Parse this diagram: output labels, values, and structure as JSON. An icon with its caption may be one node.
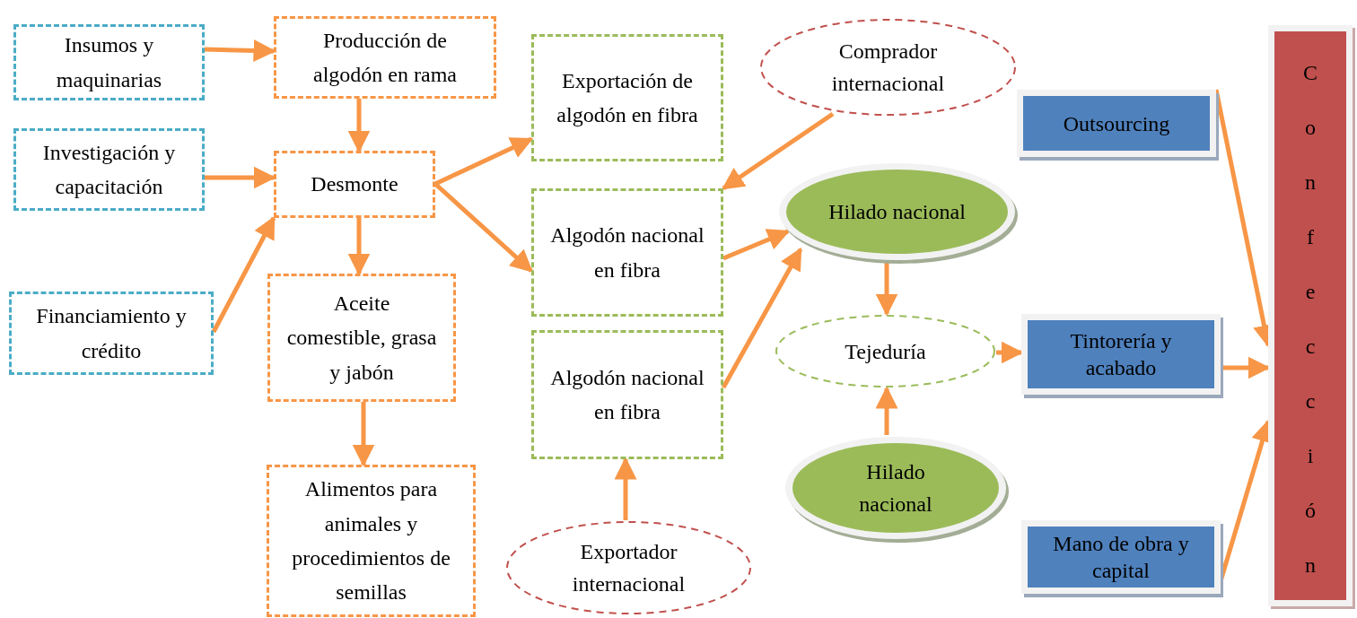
{
  "diagram": {
    "nodes": [
      {
        "text": [
          "Insumos y maquinarias"
        ]
      },
      {
        "text": [
          "Producción de algodón en rama"
        ]
      },
      {
        "text": [
          "Exportación de algodón en fibra"
        ]
      },
      {
        "text": [
          "Comprador internacional"
        ]
      },
      {
        "text": [
          "Outsourcing"
        ]
      },
      {
        "text": [
          "Confección"
        ]
      },
      {
        "text": [
          "Investigación y capacitación"
        ]
      },
      {
        "text": [
          "Desmonte"
        ]
      },
      {
        "text": [
          "Algodón nacional en fibra"
        ]
      },
      {
        "text": [
          "Hilado nacional"
        ]
      },
      {
        "text": [
          "Financiamiento y crédito"
        ]
      },
      {
        "text": [
          "Aceite comestible, grasa y jabón"
        ]
      },
      {
        "text": [
          "Algodón nacional en fibra"
        ]
      },
      {
        "text": [
          "Tejeduría"
        ]
      },
      {
        "text": [
          "Tintorería y acabado"
        ]
      },
      {
        "text": [
          "Hilado nacional"
        ]
      },
      {
        "text": [
          "Alimentos para animales y procedimientos de semillas"
        ]
      },
      {
        "text": [
          "Exportador internacional"
        ]
      },
      {
        "text": [
          "Mano de obra y capital"
        ]
      }
    ],
    "edges": [
      {
        "from": 0,
        "to": 1,
        "arrow": "to"
      },
      {
        "from": 6,
        "to": 7,
        "arrow": "to"
      },
      {
        "from": 10,
        "to": 7,
        "arrow": "to"
      },
      {
        "from": 1,
        "to": 7,
        "arrow": "to"
      },
      {
        "from": 7,
        "to": 2,
        "arrow": "to"
      },
      {
        "from": 7,
        "to": 8,
        "arrow": "to"
      },
      {
        "from": 7,
        "to": 11,
        "arrow": "to"
      },
      {
        "from": 11,
        "to": 16,
        "arrow": "to"
      },
      {
        "from": 3,
        "to": 8,
        "arrow": "to"
      },
      {
        "from": 8,
        "to": 9,
        "arrow": "to"
      },
      {
        "from": 12,
        "to": 9,
        "arrow": "to"
      },
      {
        "from": 17,
        "to": 12,
        "arrow": "to"
      },
      {
        "from": 9,
        "to": 13,
        "arrow": "to"
      },
      {
        "from": 15,
        "to": 13,
        "arrow": "to"
      },
      {
        "from": 13,
        "to": 14,
        "arrow": "to"
      },
      {
        "from": 4,
        "to": 5,
        "arrow": "to"
      },
      {
        "from": 14,
        "to": 5,
        "arrow": "to"
      },
      {
        "from": 18,
        "to": 5,
        "arrow": "to"
      }
    ]
  }
}
